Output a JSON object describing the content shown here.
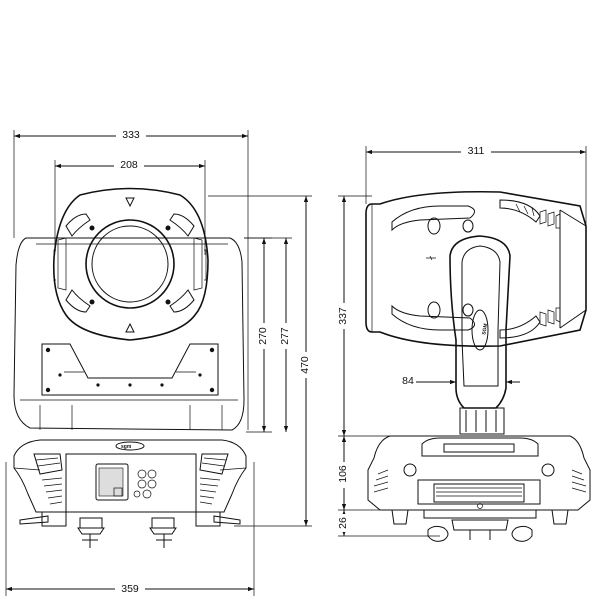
{
  "dimensions": {
    "front_width": "333",
    "lens_width": "208",
    "side_width": "311",
    "height_270": "270",
    "height_277": "277",
    "total_height": "470",
    "side_height": "337",
    "arm_width": "84",
    "base_height": "106",
    "foot_height": "26",
    "base_width": "359"
  },
  "colors": {
    "line": "#111111",
    "background": "#ffffff"
  }
}
